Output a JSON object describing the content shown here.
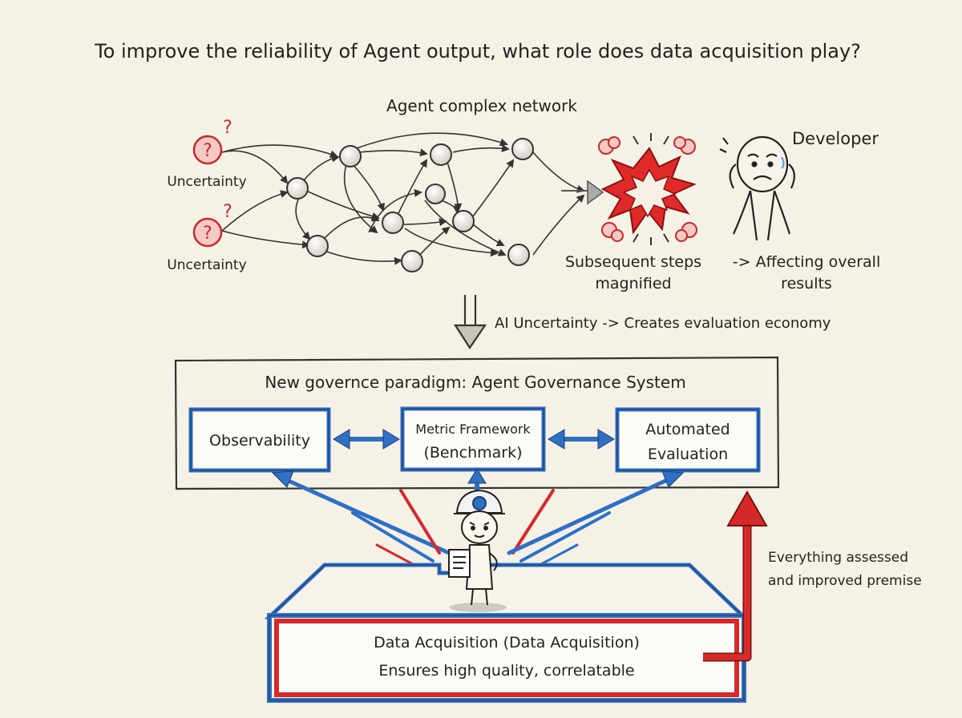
{
  "title": "To improve the reliability of Agent output, what role does data acquisition play?",
  "network": {
    "label": "Agent complex network",
    "uncertainty_labels": [
      "Uncertainty",
      "Uncertainty"
    ],
    "question_glyph": "?"
  },
  "impact": {
    "subsequent_line1": "Subsequent steps",
    "subsequent_line2": "magnified",
    "developer_label": "Developer",
    "affecting_line1": "-> Affecting overall",
    "affecting_line2": "results"
  },
  "transition": {
    "label": "AI Uncertainty -> Creates evaluation economy"
  },
  "governance": {
    "title": "New governce paradigm: Agent Governance System",
    "observability": "Observability",
    "metric_line1": "Metric Framework",
    "metric_line2": "(Benchmark)",
    "automated_line1": "Automated",
    "automated_line2": "Evaluation"
  },
  "foundation": {
    "line1": "Data Acquisition (Data Acquisition)",
    "line2": "Ensures high quality, correlatable"
  },
  "side_note": {
    "line1": "Everything assessed",
    "line2": "and improved premise"
  },
  "colors": {
    "background": "#f5f1e6",
    "blue": "#2f6fc4",
    "red": "#d42a2a",
    "ink": "#222222"
  },
  "icons": [
    "question-icon",
    "explosion-icon",
    "worried-developer-icon",
    "worker-with-clipboard-icon"
  ]
}
